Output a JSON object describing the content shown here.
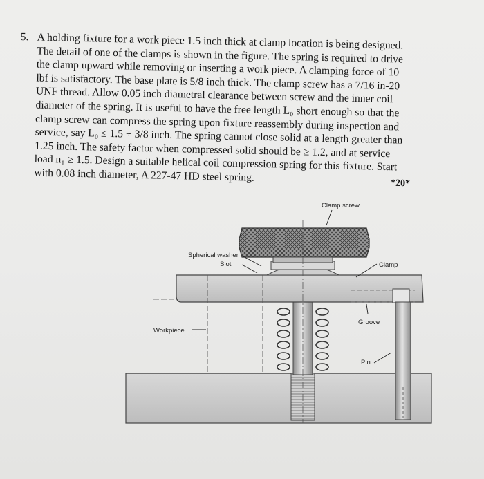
{
  "problem": {
    "number": "5.",
    "lines": [
      "A holding fixture for a work piece 1.5 inch thick at clamp location is being designed.",
      "The detail of one of the clamps is shown in the figure. The spring is required to drive",
      "the clamp upward while removing or inserting a work piece. A clamping force of 10",
      "lbf is satisfactory. The base plate is 5/8 inch thick. The clamp screw has a 7/16 in-20",
      "UNF thread. Allow 0.05 inch diametral clearance between screw and the inner coil",
      "diameter of the spring. It is useful to have the free length L₀ short enough so that the",
      "clamp screw can compress the spring upon fixture reassembly during inspection and",
      "service, say L₀ ≤ 1.5 + 3/8 inch. The spring cannot close solid at a length greater than",
      "1.25 inch. The safety factor when compressed solid should be ≥ 1.2, and at service",
      "load n₁ ≥ 1.5. Design a suitable helical coil compression spring for this fixture. Start",
      "with 0.08 inch diameter, A 227-47 HD steel spring."
    ],
    "points": "*20*"
  },
  "figure": {
    "labels": {
      "clamp_screw": "Clamp screw",
      "spherical_washer": "Spherical washer",
      "slot": "Slot",
      "clamp": "Clamp",
      "groove": "Groove",
      "workpiece": "Workpiece",
      "pin": "Pin"
    }
  }
}
